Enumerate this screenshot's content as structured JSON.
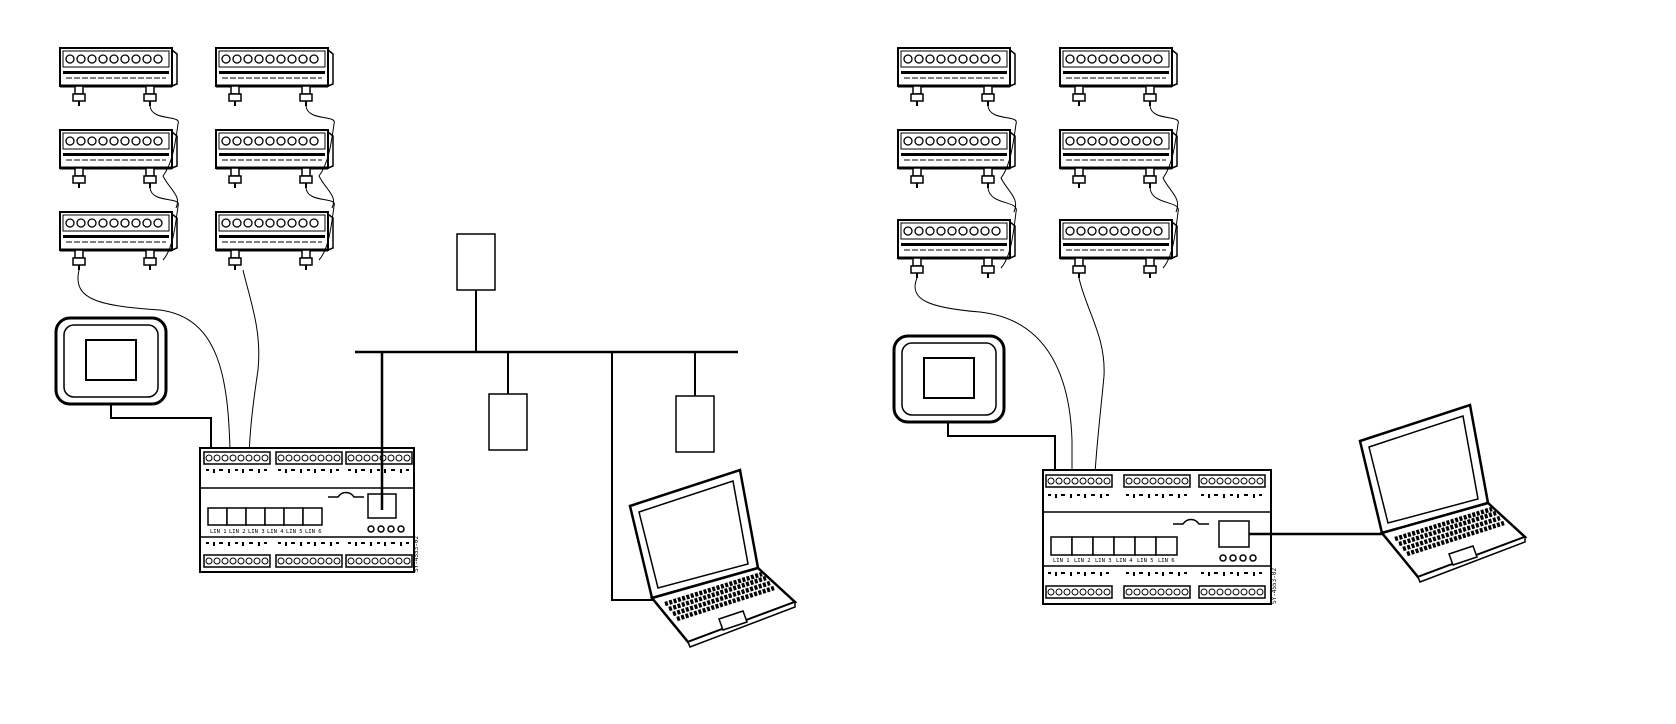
{
  "colors": {
    "stroke": "#000000",
    "background": "#ffffff"
  },
  "controllers": [
    {
      "name": "controller-left",
      "lin_labels": [
        "LIN 1",
        "LIN 2",
        "LIN 3",
        "LIN 4",
        "LIN 5",
        "LIN 6"
      ],
      "side_code": "SY-4553-02"
    },
    {
      "name": "controller-right",
      "lin_labels": [
        "LIN 1",
        "LIN 2",
        "LIN 3",
        "LIN 4",
        "LIN 5",
        "LIN 6"
      ],
      "side_code": "SY-4553-02"
    }
  ],
  "components": {
    "light_bars": 12,
    "touch_panels": 2,
    "laptops": 2,
    "network_nodes": 3
  }
}
